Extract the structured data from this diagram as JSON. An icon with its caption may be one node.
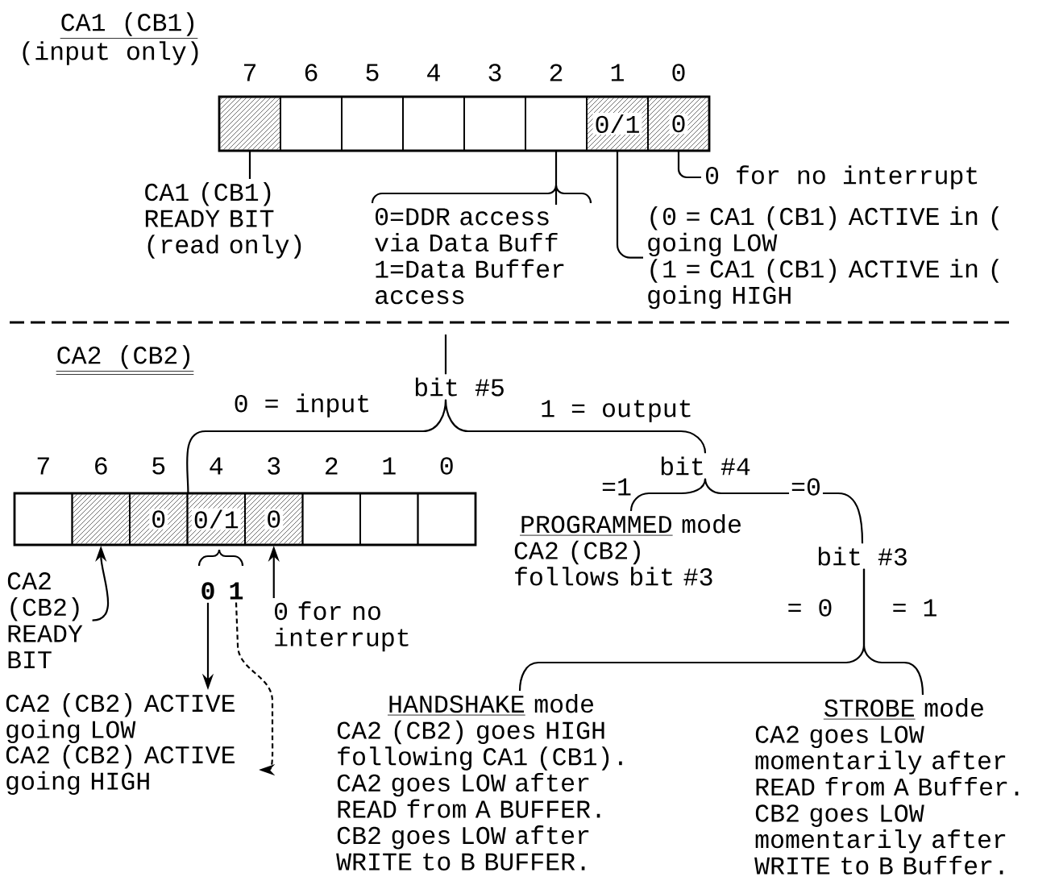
{
  "diagram": {
    "nodes": [
      {
        "text": [],
        "shape": "box"
      },
      {
        "text": [],
        "shape": "box",
        "in": 0,
        "beside": [
          "7"
        ]
      },
      {
        "text": [],
        "shape": "box",
        "in": 0,
        "beside": [
          "6"
        ]
      },
      {
        "text": [],
        "shape": "box",
        "in": 0,
        "beside": [
          "5"
        ]
      },
      {
        "text": [],
        "shape": "box",
        "in": 0,
        "beside": [
          "4"
        ]
      },
      {
        "text": [],
        "shape": "box",
        "in": 0,
        "beside": [
          "3"
        ]
      },
      {
        "text": [],
        "shape": "box",
        "in": 0,
        "beside": [
          "2"
        ]
      },
      {
        "text": [
          "0/1"
        ],
        "in": 0,
        "beside": [
          "1"
        ]
      },
      {
        "text": [
          "0"
        ],
        "in": 0,
        "beside": [
          "0"
        ]
      },
      {
        "text": [
          "CA1 (CB1) READY BIT (read only)"
        ]
      },
      {
        "text": [
          "0=DDR access via Data Buff 1=Data Buffer access"
        ]
      },
      {
        "text": [
          "0 for no interrupt"
        ]
      },
      {
        "text": [
          "(0 = CA1 (CB1) ACTIVE in ( going LOW",
          "(1 = CA1 (CB1) ACTIVE in ( going HIGH"
        ]
      },
      {
        "text": [],
        "shape": "box"
      },
      {
        "text": [],
        "shape": "box",
        "in": 13,
        "beside": [
          "7"
        ]
      },
      {
        "text": [],
        "shape": "box",
        "in": 13,
        "beside": [
          "6"
        ]
      },
      {
        "text": [
          "0"
        ],
        "in": 13,
        "beside": [
          "5"
        ]
      },
      {
        "text": [
          "0/1"
        ],
        "in": 13,
        "beside": [
          "4"
        ]
      },
      {
        "text": [
          "0"
        ],
        "in": 13,
        "beside": [
          "3"
        ]
      },
      {
        "text": [],
        "shape": "box",
        "in": 13,
        "beside": [
          "2"
        ]
      },
      {
        "text": [],
        "shape": "box",
        "in": 13,
        "beside": [
          "1"
        ]
      },
      {
        "text": [],
        "shape": "box",
        "in": 13,
        "beside": [
          "0"
        ]
      },
      {
        "text": [
          "CA2 (CB2) READY BIT"
        ]
      },
      {
        "text": [
          "0"
        ]
      },
      {
        "text": [
          "1"
        ]
      },
      {
        "text": [
          "CA2 (CB2) ACTIVE going LOW"
        ]
      },
      {
        "text": [
          "CA2 (CB2) ACTIVE going HIGH"
        ]
      },
      {
        "text": [
          "0 for no interrupt"
        ]
      },
      {
        "text": [
          "bit #5"
        ]
      },
      {
        "text": [
          "bit #4"
        ]
      },
      {
        "text": [
          "PROGRAMMED",
          "mode",
          "CA2 (CB2) follows bit #3"
        ]
      },
      {
        "text": [
          "bit #3"
        ]
      },
      {
        "text": [
          "HANDSHAKE",
          "mode",
          "CA2 (CB2) goes HIGH following CA1 (CB1). CA2 goes LOW after READ from A BUFFER. CB2 goes LOW after WRITE to B BUFFER."
        ]
      },
      {
        "text": [
          "STROBE",
          "mode",
          "CA2 goes LOW momentarily after READ from A Buffer. CB2 goes LOW momentarily after WRITE to B Buffer."
        ]
      }
    ],
    "edges": [
      {
        "from": 1,
        "to": 9,
        "arrow": "none"
      },
      {
        "from": 6,
        "to": 10,
        "arrow": "none"
      },
      {
        "from": 8,
        "to": 11,
        "arrow": "none"
      },
      {
        "from": 7,
        "to": 12,
        "arrow": "none"
      },
      {
        "from": 22,
        "to": 15,
        "arrow": "to"
      },
      {
        "from": 23,
        "to": 25,
        "arrow": "to"
      },
      {
        "from": 24,
        "to": 26,
        "arrow": "to",
        "style": "dashed"
      },
      {
        "from": 27,
        "to": 18,
        "arrow": "to"
      },
      {
        "from": null,
        "to": 28,
        "arrow": "none"
      },
      {
        "from": 28,
        "to": 16,
        "arrow": "none",
        "label": "0 = input"
      },
      {
        "from": 28,
        "to": 29,
        "arrow": "none",
        "label": "1 = output"
      },
      {
        "from": 29,
        "to": 30,
        "arrow": "none",
        "label": "=1"
      },
      {
        "from": 29,
        "to": 31,
        "arrow": "none",
        "label": "=0"
      },
      {
        "from": 31,
        "to": 32,
        "arrow": "none",
        "label": "= 0"
      },
      {
        "from": 31,
        "to": 33,
        "arrow": "none",
        "label": "= 1"
      }
    ],
    "labels": [
      "CA1 (CB1)",
      "(input only)",
      "CA2 (CB2)"
    ]
  }
}
